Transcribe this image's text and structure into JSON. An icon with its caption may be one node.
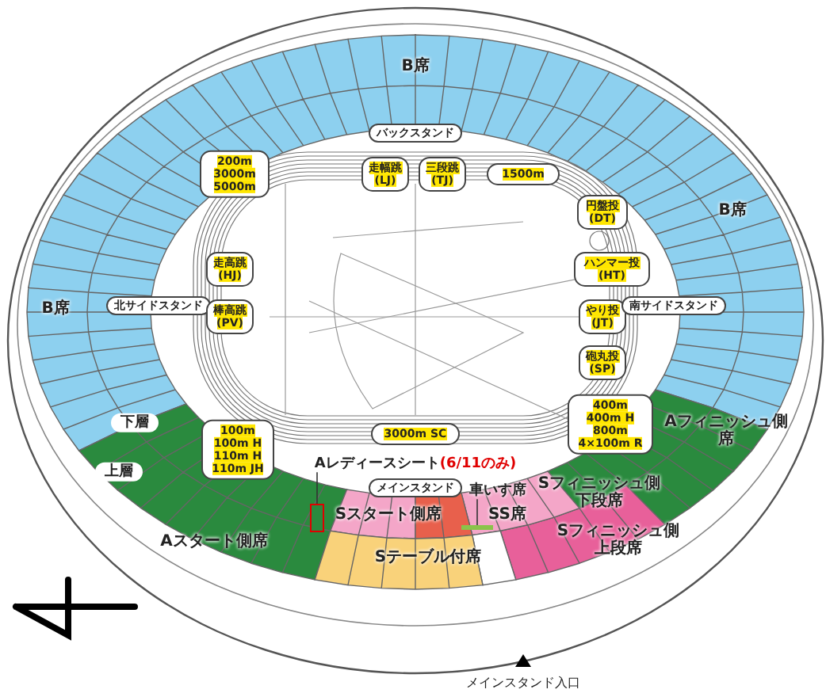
{
  "diagram": {
    "nodes": [
      {
        "text": [
          "Aレディースシート",
          "(6/11のみ)"
        ]
      },
      {
        "text": [],
        "shape": "box"
      },
      {
        "text": [
          "車いす席"
        ]
      },
      {
        "text": [],
        "shape": "bar"
      },
      {
        "text": [
          "バックスタンド"
        ]
      },
      {
        "text": [
          "200m 3000m 5000m"
        ]
      },
      {
        "text": [
          "走幅跳 (LJ)"
        ]
      },
      {
        "text": [
          "三段跳 (TJ)"
        ]
      },
      {
        "text": [
          "1500m"
        ]
      },
      {
        "text": [
          "円盤投 (DT)"
        ]
      },
      {
        "text": [
          "走高跳 (HJ)"
        ]
      },
      {
        "text": [
          "ハンマー投 (HT)"
        ]
      },
      {
        "text": [
          "北サイドスタンド"
        ]
      },
      {
        "text": [
          "棒高跳 (PV)"
        ]
      },
      {
        "text": [
          "やり投 (JT)"
        ]
      },
      {
        "text": [
          "南サイドスタンド"
        ]
      },
      {
        "text": [
          "砲丸投 (SP)"
        ]
      },
      {
        "text": [
          "400m 400m H 800m 4×100m R"
        ]
      },
      {
        "text": [
          "下層"
        ]
      },
      {
        "text": [
          "100m 100m H 110m H 110m JH"
        ]
      },
      {
        "text": [
          "3000m SC"
        ]
      },
      {
        "text": [
          "上層"
        ]
      },
      {
        "text": [
          "メインスタンド"
        ]
      }
    ],
    "edges": [
      {
        "from": 0,
        "to": 1,
        "arrow": "none"
      },
      {
        "from": 2,
        "to": 3,
        "arrow": "none"
      }
    ],
    "labels": [
      "B席",
      "B席",
      "B席",
      "Aフィニッシュ側席",
      "Sフィニッシュ側下段席",
      "Sスタート側席",
      "SS席",
      "Aスタート側席",
      "Sフィニッシュ側上段席",
      "Sテーブル付席",
      "メインスタンド入口"
    ]
  }
}
